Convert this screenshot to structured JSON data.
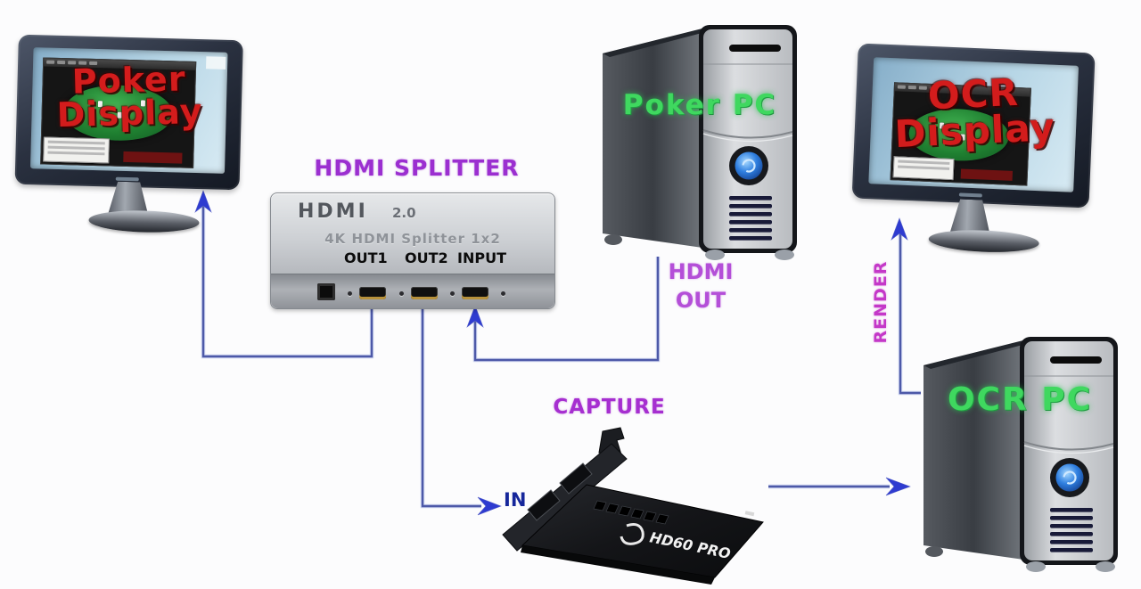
{
  "nodes": {
    "poker_display": {
      "screen_line1": "Poker",
      "screen_line2": "Display"
    },
    "ocr_display": {
      "screen_line1": "OCR",
      "screen_line2": "Display"
    },
    "hdmi_splitter": {
      "caption": "HDMI SPLITTER",
      "brand": "HDMI",
      "version": "2.0",
      "model": "4K HDMI Splitter 1x2",
      "ports": [
        "OUT1",
        "OUT2",
        "INPUT"
      ]
    },
    "poker_pc": {
      "label": "Poker PC"
    },
    "ocr_pc": {
      "label": "OCR PC"
    },
    "capture_card": {
      "caption": "CAPTURE",
      "model": "HD60 PRO"
    }
  },
  "connections": {
    "poker_pc_to_splitter_input": {
      "label_line1": "HDMI",
      "label_line2": "OUT"
    },
    "splitter_out2_to_capture": {
      "label": "IN"
    },
    "ocr_pc_to_ocr_display": {
      "label": "RENDER"
    }
  },
  "colors": {
    "label_purple": "#9b2fd0",
    "label_violet": "#b44fd8",
    "label_magenta": "#c438c8",
    "label_navy": "#16279b",
    "pc_text_green": "#3fd85f",
    "display_text_red": "#d31c1c",
    "cable_blue": "#4d59a8",
    "arrowhead_blue": "#2e3bd0"
  }
}
